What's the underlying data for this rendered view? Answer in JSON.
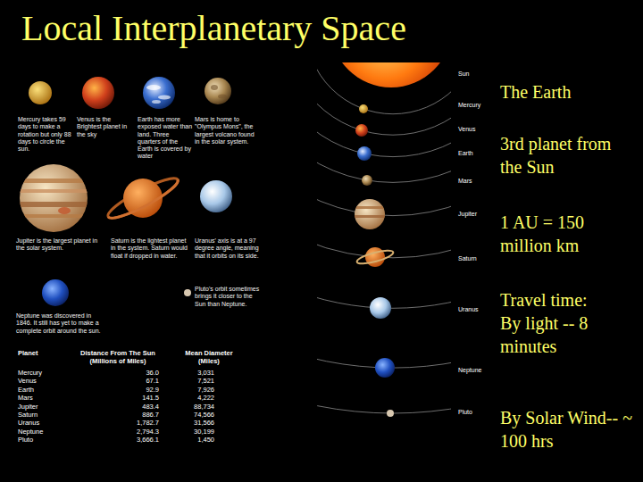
{
  "diagram": {
    "title": "Local Interplanetary Space",
    "labels": [
      "Mercury takes 59 days to make a rotation but only 88 days to circle the sun.",
      "Venus is the Brightest planet in the sky",
      "Earth has more exposed water than land. Three quarters of the Earth is covered by water",
      "Mars is home to \"Olympus Mons\", the largest volcano found in the solar system.",
      "Jupiter is the largest planet in the solar system.",
      "Saturn is the lightest planet in the system. Saturn would float if dropped in water.",
      "Uranus' axis is at a 97 degree angle, meaning that it orbits on its side.",
      "Neptune was discovered in 1846. It still has yet to make a complete orbit around the sun.",
      "Pluto's orbit sometimes brings it closer to the Sun than Neptune.",
      "Sun",
      "Mercury",
      "Venus",
      "Earth",
      "Mars",
      "Jupiter",
      "Saturn",
      "Uranus",
      "Neptune",
      "Pluto",
      "The Earth",
      "3rd planet from the Sun",
      "1 AU = 150 million km",
      "Travel time: By light -- 8 minutes",
      "By Solar Wind-- ~ 100 hrs",
      "Planet",
      "Distance From The Sun (Millions of Miles)",
      "Mean Diameter (Miles)",
      "Mercury",
      "36.0",
      "3,031",
      "Venus",
      "67.1",
      "7,521",
      "Earth",
      "92.9",
      "7,926",
      "Mars",
      "141.5",
      "4,222",
      "Jupiter",
      "483.4",
      "88,734",
      "Saturn",
      "886.7",
      "74,566",
      "Uranus",
      "1,782.7",
      "31,566",
      "Neptune",
      "2,794.3",
      "30,199",
      "Pluto",
      "3,666.1",
      "1,450"
    ]
  }
}
